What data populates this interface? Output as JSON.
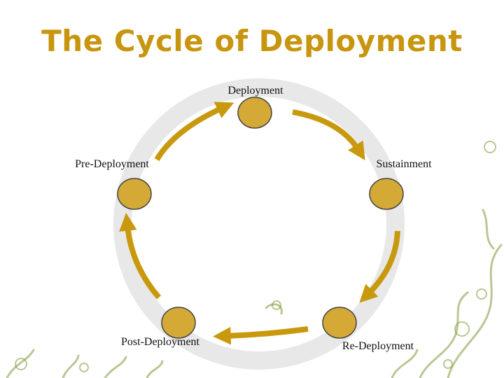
{
  "slide": {
    "title": "The Cycle of Deployment"
  },
  "stages": [
    {
      "label": "Deployment"
    },
    {
      "label": "Sustainment"
    },
    {
      "label": "Re-Deployment"
    },
    {
      "label": "Post-Deployment"
    },
    {
      "label": "Pre-Deployment"
    }
  ],
  "colors": {
    "title": "#c8950f",
    "ring": "#e8e8e8",
    "node_fill": "#d4a936",
    "node_stroke": "#444444",
    "arrow": "#c8990d",
    "decoration": "#7d9a3a"
  }
}
